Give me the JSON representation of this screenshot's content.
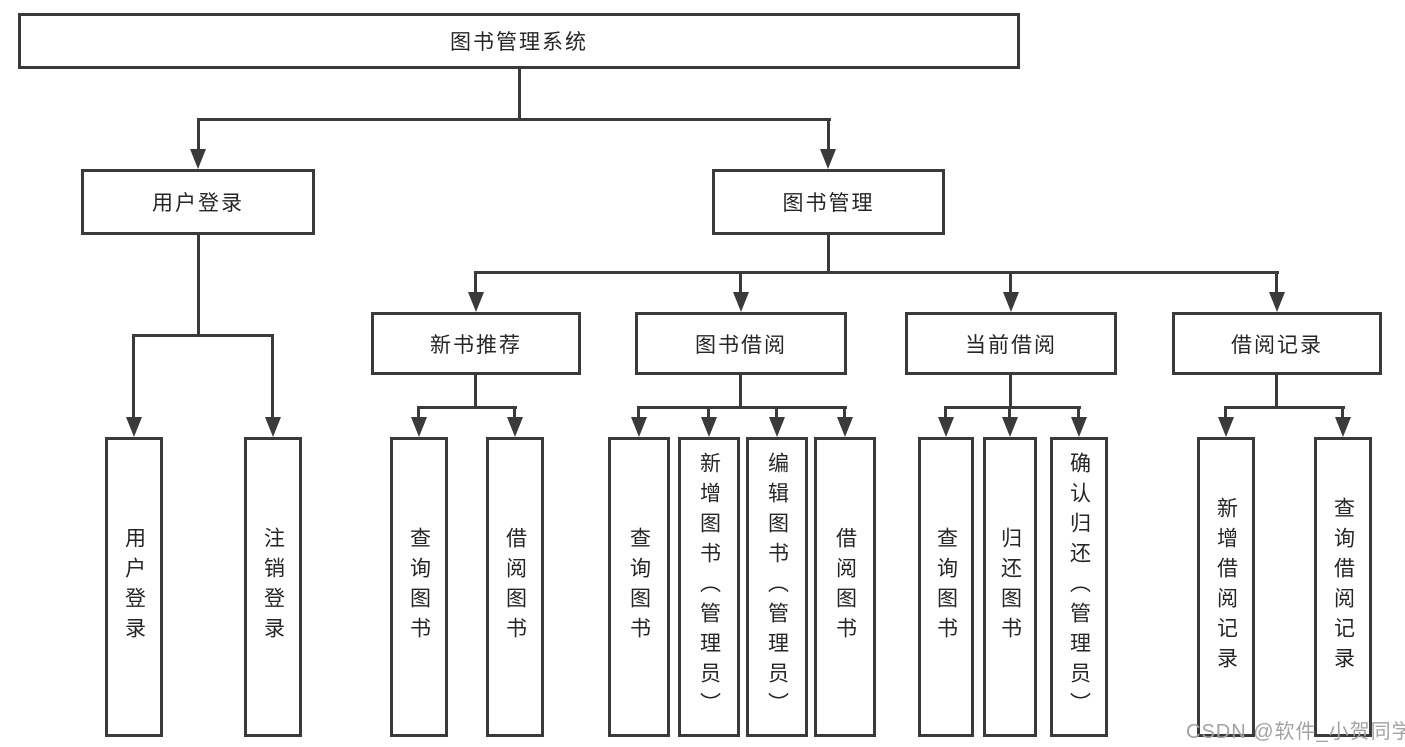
{
  "root": {
    "label": "图书管理系统"
  },
  "branches": [
    {
      "label": "用户登录",
      "children": [
        {
          "label": "用户登录"
        },
        {
          "label": "注销登录"
        }
      ]
    },
    {
      "label": "图书管理",
      "children": [
        {
          "label": "新书推荐",
          "children": [
            {
              "label": "查询图书"
            },
            {
              "label": "借阅图书"
            }
          ]
        },
        {
          "label": "图书借阅",
          "children": [
            {
              "label": "查询图书"
            },
            {
              "label": "新增图书（管理员）"
            },
            {
              "label": "编辑图书（管理员）"
            },
            {
              "label": "借阅图书"
            }
          ]
        },
        {
          "label": "当前借阅",
          "children": [
            {
              "label": "查询图书"
            },
            {
              "label": "归还图书"
            },
            {
              "label": "确认归还（管理员）"
            }
          ]
        },
        {
          "label": "借阅记录",
          "children": [
            {
              "label": "新增借阅记录"
            },
            {
              "label": "查询借阅记录"
            }
          ]
        }
      ]
    }
  ],
  "watermark": "CSDN @软件_小贺同学",
  "colors": {
    "line": "#3a3a3a",
    "text": "#262626",
    "watermark": "#a3a3a3",
    "background": "#ffffff"
  }
}
